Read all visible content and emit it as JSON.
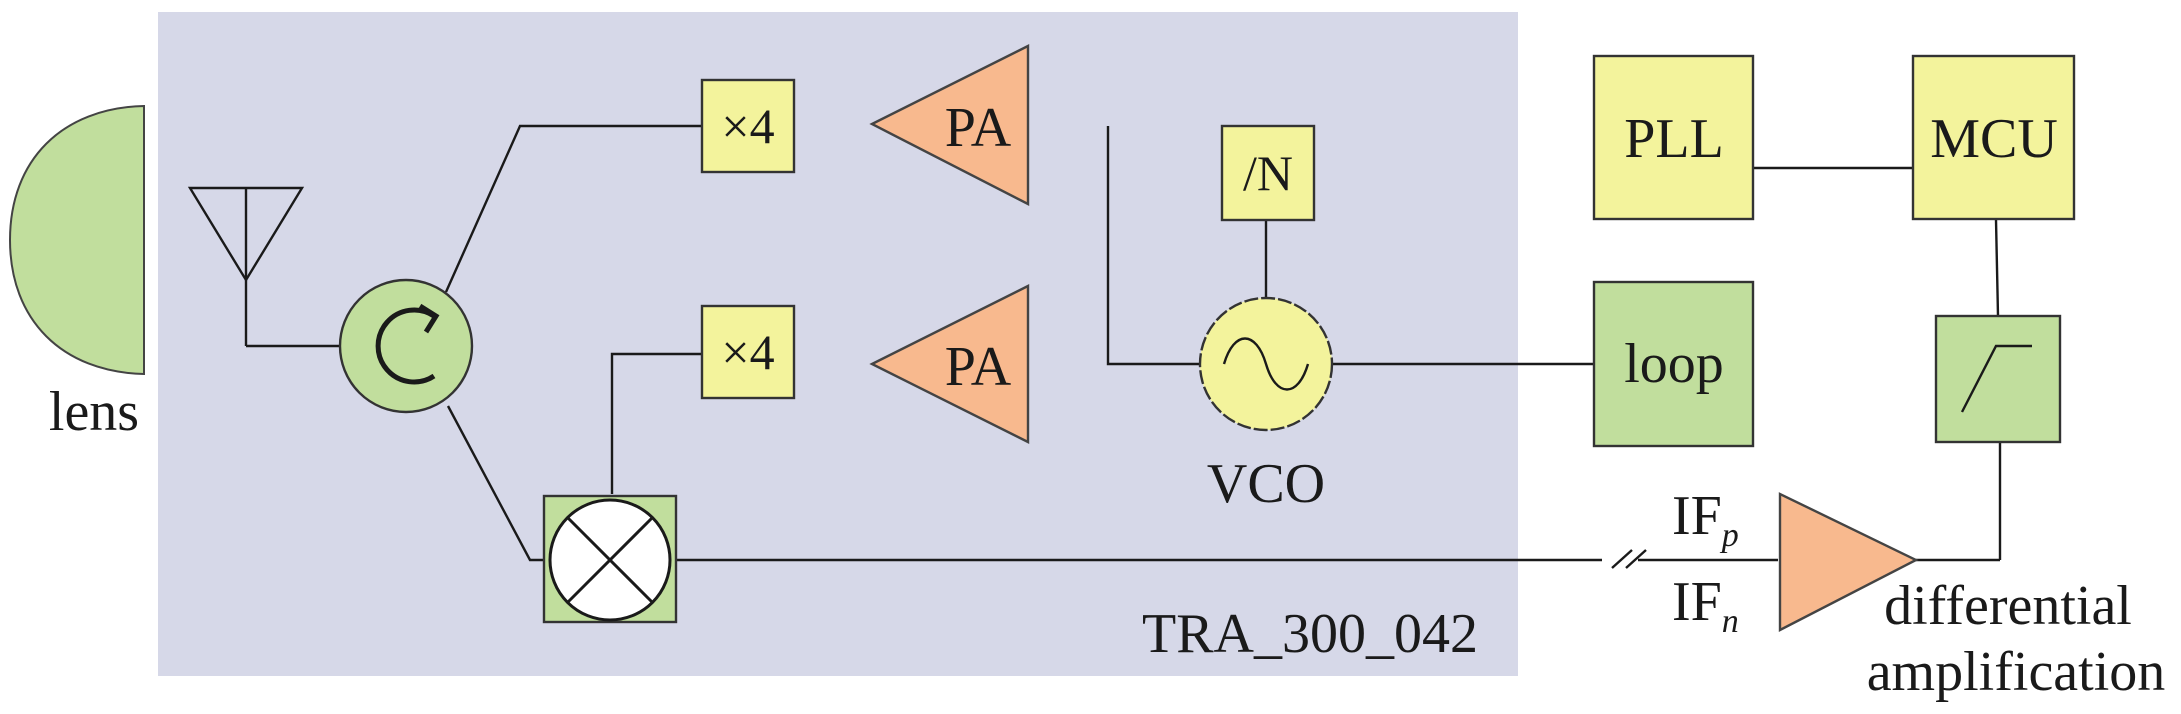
{
  "chip_label": "TRA_300_042",
  "lens_label": "lens",
  "multiplier_top_label": "×4",
  "multiplier_bottom_label": "×4",
  "pa_top_label": "PA",
  "pa_bottom_label": "PA",
  "divider_label": "/N",
  "vco_label": "VCO",
  "pll_label": "PLL",
  "mcu_label": "MCU",
  "loop_label": "loop",
  "if_p_label": {
    "main": "IF",
    "sub": "p"
  },
  "if_n_label": {
    "main": "IF",
    "sub": "n"
  },
  "diff_amp_label_line1": "differential",
  "diff_amp_label_line2": "amplification",
  "colors": {
    "chip_background": "#d6d8e8",
    "lens": "#c1de9d",
    "green_block": "#c1de9d",
    "yellow_block": "#f3f39c",
    "amplifier": "#f8b98e"
  },
  "icons": {
    "antenna": "antenna-icon",
    "circulator": "circulator-icon",
    "mixer": "mixer-icon",
    "vco": "sine-oscillator-icon",
    "filter": "lowpass-filter-icon"
  }
}
